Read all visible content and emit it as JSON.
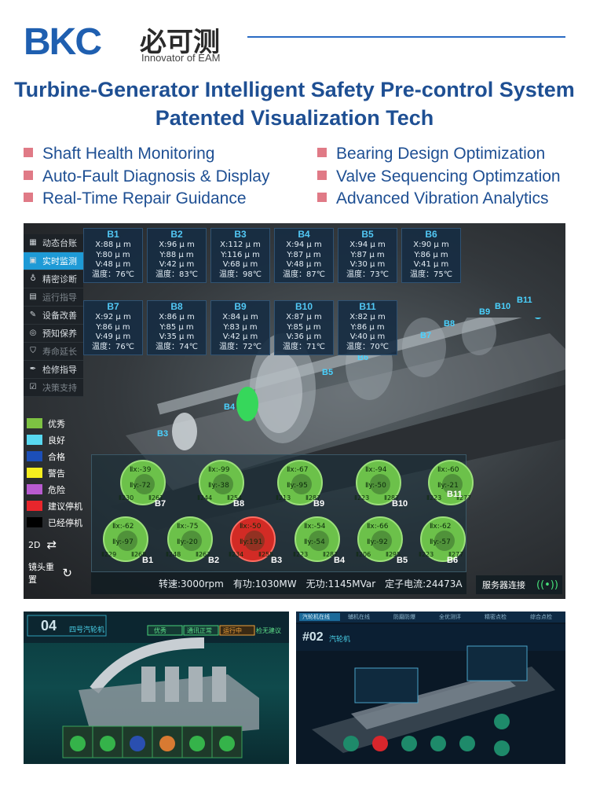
{
  "brand": {
    "logo": "BKC",
    "cn_name": "必可测",
    "tagline": "Innovator of EAM"
  },
  "title_lines": [
    "Turbine-Generator Intelligent Safety Pre-control System",
    "Patented Visualization Tech"
  ],
  "features_left": [
    "Shaft Health Monitoring",
    "Auto-Fault Diagnosis & Display",
    "Real-Time Repair Guidance"
  ],
  "features_right": [
    "Bearing Design Optimization",
    "Valve Sequencing Optimzation",
    "Advanced Vibration Analytics"
  ],
  "menu": [
    {
      "label": "动态台账",
      "icon": "ledger-icon"
    },
    {
      "label": "实时监测",
      "icon": "monitor-icon"
    },
    {
      "label": "精密诊断",
      "icon": "stethoscope-icon"
    },
    {
      "label": "运行指导",
      "icon": "guide-icon"
    },
    {
      "label": "设备改善",
      "icon": "wand-icon"
    },
    {
      "label": "预知保养",
      "icon": "target-icon"
    },
    {
      "label": "寿命延长",
      "icon": "shield-icon"
    },
    {
      "label": "检修指导",
      "icon": "wrench-icon"
    },
    {
      "label": "决策支持",
      "icon": "checkbox-icon"
    }
  ],
  "bearings_top": [
    {
      "name": "B1",
      "x": "X:88 μ m",
      "y": "Y:80 μ m",
      "v": "V:48 μ m",
      "t": "温度：76℃"
    },
    {
      "name": "B2",
      "x": "X:96 μ m",
      "y": "Y:88 μ m",
      "v": "V:42 μ m",
      "t": "温度：83℃"
    },
    {
      "name": "B3",
      "x": "X:112 μ m",
      "y": "Y:116 μ m",
      "v": "V:68 μ m",
      "t": "温度：98℃"
    },
    {
      "name": "B4",
      "x": "X:94 μ m",
      "y": "Y:87 μ m",
      "v": "V:48 μ m",
      "t": "温度：87℃"
    },
    {
      "name": "B5",
      "x": "X:94 μ m",
      "y": "Y:87 μ m",
      "v": "V:30 μ m",
      "t": "温度：73℃"
    },
    {
      "name": "B6",
      "x": "X:90 μ m",
      "y": "Y:86 μ m",
      "v": "V:41 μ m",
      "t": "温度：75℃"
    }
  ],
  "bearings_bottom": [
    {
      "name": "B7",
      "x": "X:92 μ m",
      "y": "Y:86 μ m",
      "v": "V:49 μ m",
      "t": "温度：76℃"
    },
    {
      "name": "B8",
      "x": "X:86 μ m",
      "y": "Y:85 μ m",
      "v": "V:35 μ m",
      "t": "温度：74℃"
    },
    {
      "name": "B9",
      "x": "X:84 μ m",
      "y": "Y:83 μ m",
      "v": "V:42 μ m",
      "t": "温度：72℃"
    },
    {
      "name": "B10",
      "x": "X:87 μ m",
      "y": "Y:85 μ m",
      "v": "V:36 μ m",
      "t": "温度：71℃"
    },
    {
      "name": "B11",
      "x": "X:82 μ m",
      "y": "Y:86 μ m",
      "v": "V:40 μ m",
      "t": "温度：70℃"
    }
  ],
  "legend": [
    {
      "label": "优秀",
      "color": "#7dc242"
    },
    {
      "label": "良好",
      "color": "#58d8f0"
    },
    {
      "label": "合格",
      "color": "#1c4fb8"
    },
    {
      "label": "警告",
      "color": "#f5ee1e"
    },
    {
      "label": "危险",
      "color": "#b85bd0"
    },
    {
      "label": "建议停机",
      "color": "#e8262c"
    },
    {
      "label": "已经停机",
      "color": "#000000"
    }
  ],
  "view_toggle": {
    "label": "2D",
    "icon": "swap-icon"
  },
  "camera_reset": {
    "label": "镜头重置",
    "icon": "reset-icon"
  },
  "gauges_row1": [
    {
      "name": "B7",
      "x": "Ⅱx:-39",
      "y": "Ⅱy:-72",
      "t1": "Ⅱ230",
      "t2": "Ⅱ261"
    },
    {
      "name": "B8",
      "x": "Ⅱx:-99",
      "y": "Ⅱy:-38",
      "t1": "Ⅱ244",
      "t2": "Ⅱ254"
    },
    {
      "name": "B9",
      "x": "Ⅱx:-67",
      "y": "Ⅱy:-95",
      "t1": "Ⅱ213",
      "t2": "Ⅱ287"
    },
    {
      "name": "B10",
      "x": "Ⅱx:-94",
      "y": "Ⅱy:-50",
      "t1": "Ⅱ223",
      "t2": "Ⅱ287"
    },
    {
      "name": "B11",
      "x": "Ⅱx:-60",
      "y": "Ⅱy:-21",
      "t1": "Ⅱ223",
      "t2": "Ⅱ277"
    }
  ],
  "gauges_row2": [
    {
      "name": "B1",
      "x": "Ⅱx:-62",
      "y": "Ⅱy:-97",
      "t1": "Ⅱ229",
      "t2": "Ⅱ268",
      "status": "green"
    },
    {
      "name": "B2",
      "x": "Ⅱx:-75",
      "y": "Ⅱy:-20",
      "t1": "Ⅱ248",
      "t2": "Ⅱ262",
      "status": "green"
    },
    {
      "name": "B3",
      "x": "Ⅱx:-50",
      "y": "Ⅱy:191",
      "t1": "Ⅱ234",
      "t2": "Ⅱ255",
      "status": "red"
    },
    {
      "name": "B4",
      "x": "Ⅱx:-54",
      "y": "Ⅱy:-54",
      "t1": "Ⅱ223",
      "t2": "Ⅱ287",
      "status": "green"
    },
    {
      "name": "B5",
      "x": "Ⅱx:-66",
      "y": "Ⅱy:-92",
      "t1": "Ⅱ206",
      "t2": "Ⅱ295",
      "status": "green"
    },
    {
      "name": "B6",
      "x": "Ⅱx:-62",
      "y": "Ⅱy:-57",
      "t1": "Ⅱ223",
      "t2": "Ⅱ277",
      "status": "green"
    }
  ],
  "status": {
    "speed": "转速:3000rpm",
    "active": "有功:1030MW",
    "reactive": "无功:1145MVar",
    "stator": "定子电流:24473A"
  },
  "server": {
    "label": "服务器连接",
    "icon": "signal-icon"
  },
  "model_marks": [
    "B3",
    "B4",
    "B5",
    "B6",
    "B7",
    "B8",
    "B9",
    "B10",
    "B11"
  ],
  "thumb1": {
    "index": "04",
    "name": "四号汽轮机",
    "status_labels": [
      "优秀",
      "通讯正常",
      "运行中",
      "检无建议"
    ]
  },
  "thumb2": {
    "index": "#02",
    "name": "汽轮机",
    "tabs": [
      "汽轮机在线",
      "辅机在线",
      "防磨防爆",
      "全优测评",
      "精密点检",
      "综合点检"
    ]
  }
}
